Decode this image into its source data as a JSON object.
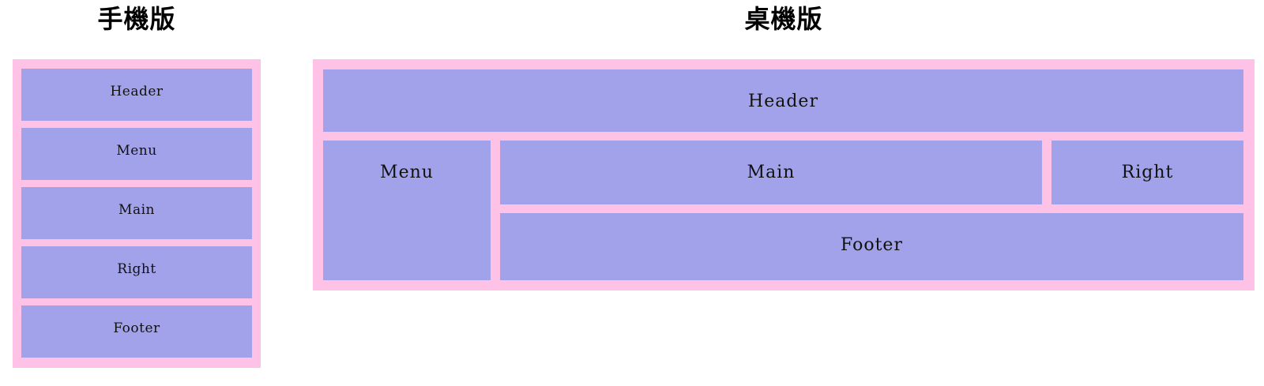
{
  "colors": {
    "panel_pink": "#ffc2e7",
    "block_purple": "#a2a2ea",
    "label_text": "#111111",
    "title_text": "#000000"
  },
  "mobile": {
    "title": "手機版",
    "blocks": [
      "Header",
      "Menu",
      "Main",
      "Right",
      "Footer"
    ]
  },
  "desktop": {
    "title": "桌機版",
    "blocks": {
      "header": "Header",
      "menu": "Menu",
      "main": "Main",
      "right": "Right",
      "footer": "Footer"
    }
  }
}
